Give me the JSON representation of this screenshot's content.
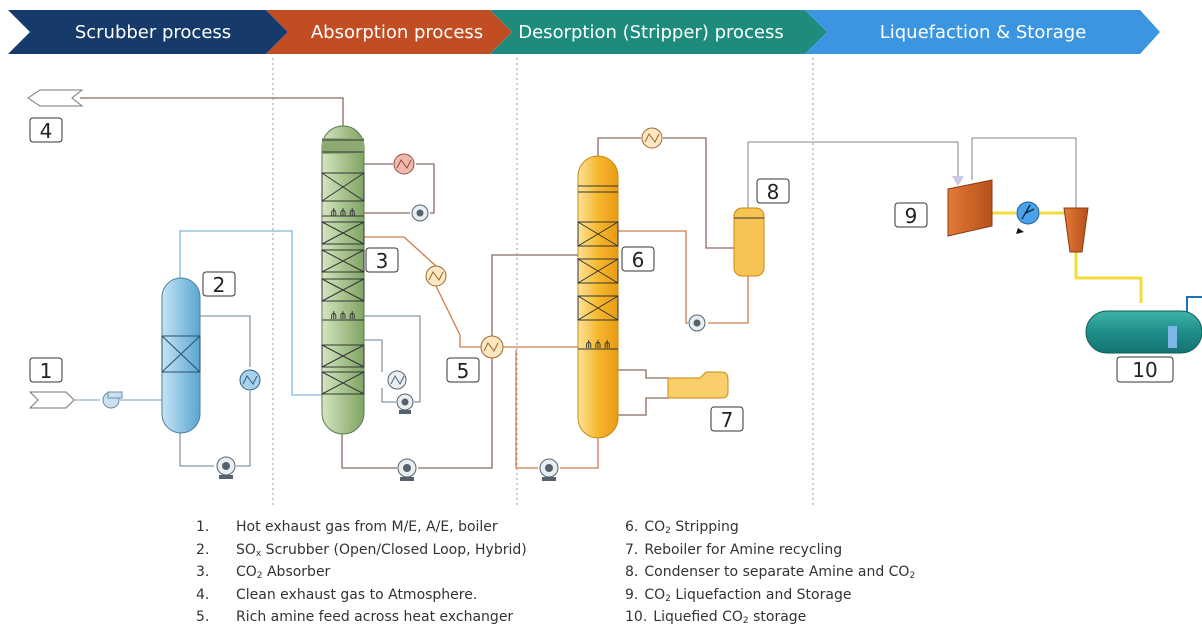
{
  "stages": [
    {
      "label": "Scrubber process",
      "color": "#163a69"
    },
    {
      "label": "Absorption process",
      "color": "#c24d23"
    },
    {
      "label": "Desorption (Stripper) process",
      "color": "#1d8c7c"
    },
    {
      "label": "Liquefaction  & Storage",
      "color": "#3b95e0"
    }
  ],
  "numbers": [
    "1",
    "2",
    "3",
    "4",
    "5",
    "6",
    "7",
    "8",
    "9",
    "10"
  ],
  "legend_left": [
    {
      "n": "1.",
      "parts": [
        "Hot exhaust gas from M/E, A/E, boiler"
      ]
    },
    {
      "n": "2.",
      "parts": [
        "SO",
        "x",
        " Scrubber (Open/Closed Loop, Hybrid)"
      ]
    },
    {
      "n": "3.",
      "parts": [
        "CO",
        "2",
        " Absorber"
      ]
    },
    {
      "n": "4.",
      "parts": [
        "Clean exhaust gas to Atmosphere."
      ]
    },
    {
      "n": "5.",
      "parts": [
        "Rich amine feed across heat exchanger"
      ]
    }
  ],
  "legend_right": [
    {
      "n": "6.",
      "parts": [
        "CO",
        "2",
        " Stripping"
      ]
    },
    {
      "n": "7.",
      "parts": [
        "Reboiler for Amine recycling"
      ]
    },
    {
      "n": "8.",
      "parts": [
        "Condenser to separate Amine and CO",
        "2",
        ""
      ]
    },
    {
      "n": "9.",
      "parts": [
        "CO",
        "2",
        "  Liquefaction and Storage"
      ]
    },
    {
      "n": "10.",
      "parts": [
        "Liquefied CO",
        "2",
        " storage"
      ]
    }
  ],
  "colors": {
    "scrubber": "#8ec5e3",
    "absorber": "#a9c48f",
    "stripper": "#f5b82e",
    "condenser": "#f7c355",
    "compressor": "#d4611e",
    "storage": "#1f8e8a",
    "amine_pipe": "#d07a4a",
    "gas_pipe": "#8a6a60",
    "water_pipe": "#7fb6d9",
    "co2_pipe": "#f2dc3a"
  }
}
